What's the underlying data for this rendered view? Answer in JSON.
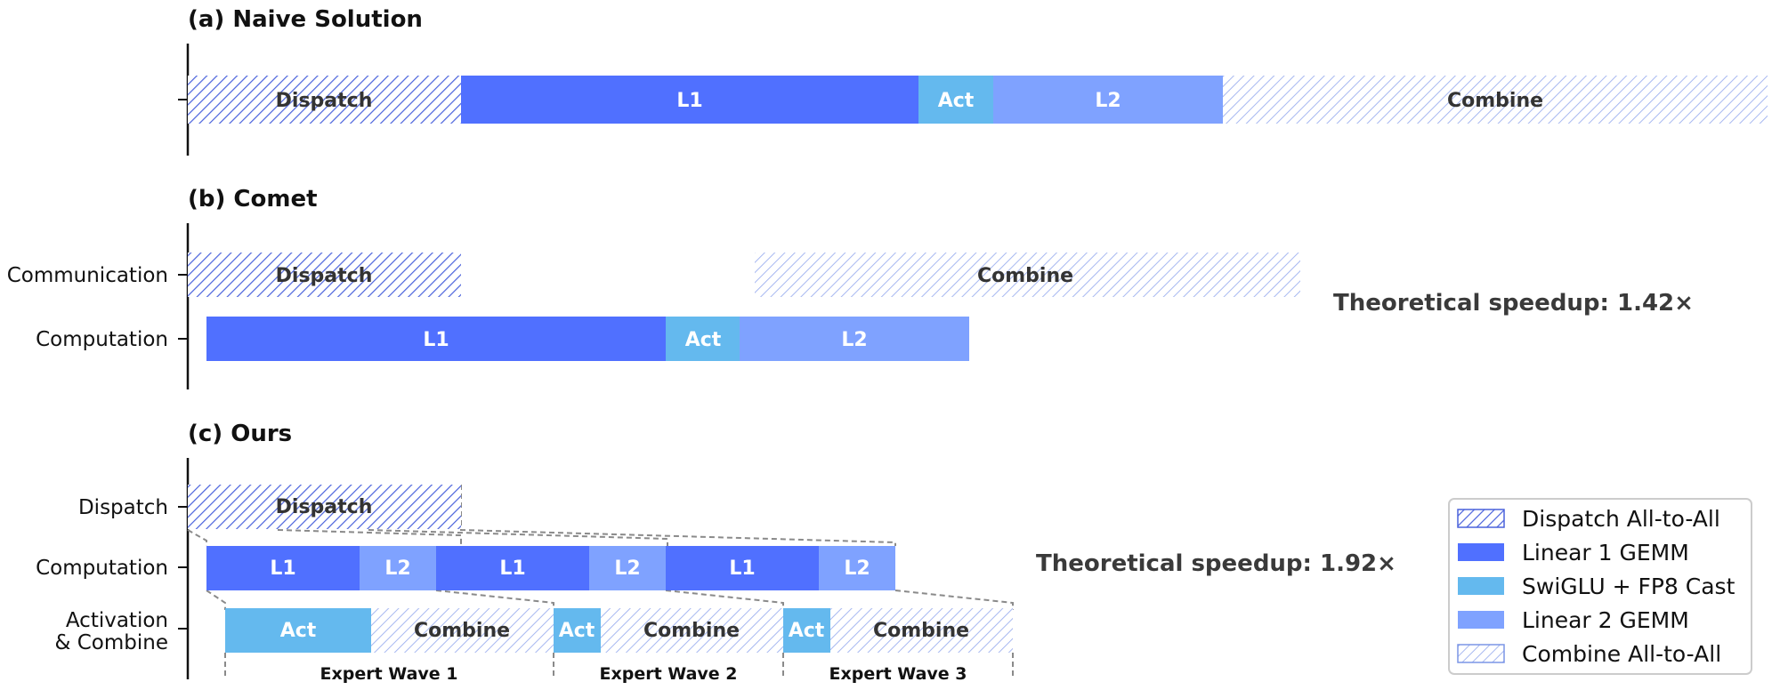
{
  "colors": {
    "dispatch_hatch": "#4a62dc",
    "linear1": "#5070ff",
    "act": "#64b9ee",
    "linear2": "#7fa2ff",
    "combine_hatch": "#7b95e6",
    "label_dark": "#333333",
    "label_light": "#ffffff"
  },
  "panels": {
    "a": {
      "title": "(a) Naive Solution",
      "bars": [
        {
          "name": "dispatch",
          "label": "Dispatch",
          "fill": "dispatch"
        },
        {
          "name": "l1",
          "label": "L1",
          "fill": "linear1"
        },
        {
          "name": "act",
          "label": "Act",
          "fill": "act"
        },
        {
          "name": "l2",
          "label": "L2",
          "fill": "linear2"
        },
        {
          "name": "combine",
          "label": "Combine",
          "fill": "combine"
        }
      ]
    },
    "b": {
      "title": "(b) Comet",
      "rows": [
        "Communication",
        "Computation"
      ],
      "bars": [
        {
          "name": "dispatch",
          "label": "Dispatch",
          "fill": "dispatch"
        },
        {
          "name": "combine",
          "label": "Combine",
          "fill": "combine"
        },
        {
          "name": "l1",
          "label": "L1",
          "fill": "linear1"
        },
        {
          "name": "act",
          "label": "Act",
          "fill": "act"
        },
        {
          "name": "l2",
          "label": "L2",
          "fill": "linear2"
        }
      ],
      "speedup": "Theoretical speedup: 1.42×"
    },
    "c": {
      "title": "(c) Ours",
      "rows": [
        "Dispatch",
        "Computation",
        "Activation",
        "& Combine"
      ],
      "dispatch_label": "Dispatch",
      "compute_labels": [
        "L1",
        "L2",
        "L1",
        "L2",
        "L1",
        "L2"
      ],
      "act_labels": [
        "Act",
        "Act",
        "Act"
      ],
      "combine_labels": [
        "Combine",
        "Combine",
        "Combine"
      ],
      "waves": [
        "Expert Wave 1",
        "Expert Wave 2",
        "Expert Wave 3"
      ],
      "speedup": "Theoretical speedup: 1.92×"
    }
  },
  "legend": [
    {
      "label": "Dispatch All-to-All",
      "fill": "dispatch"
    },
    {
      "label": "Linear 1 GEMM",
      "fill": "linear1"
    },
    {
      "label": "SwiGLU + FP8 Cast",
      "fill": "act"
    },
    {
      "label": "Linear 2 GEMM",
      "fill": "linear2"
    },
    {
      "label": "Combine All-to-All",
      "fill": "combine"
    }
  ]
}
